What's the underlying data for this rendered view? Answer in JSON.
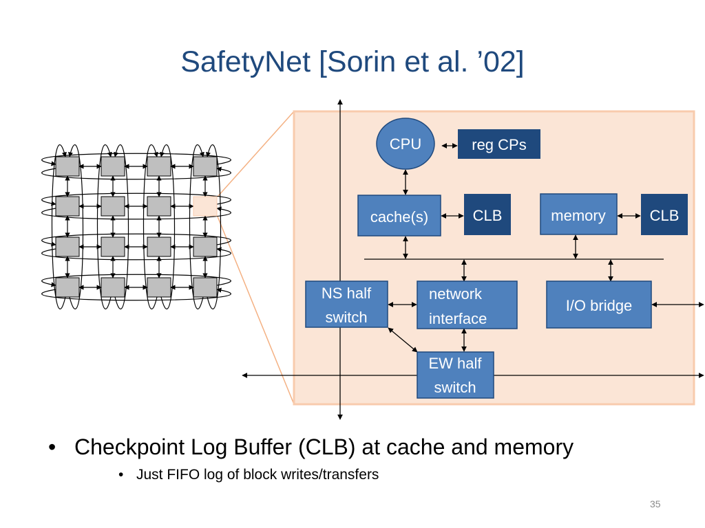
{
  "slide": {
    "title": "SafetyNet [Sorin et al. ’02]",
    "page_number": "35"
  },
  "diagram": {
    "cpu": "CPU",
    "reg_cps": "reg CPs",
    "cache": "cache(s)",
    "clb_cache": "CLB",
    "memory": "memory",
    "clb_memory": "CLB",
    "ns_half_switch": [
      "NS half",
      "switch"
    ],
    "network_interface": [
      "network",
      "interface"
    ],
    "io_bridge": "I/O bridge",
    "ew_half_switch": [
      "EW half",
      "switch"
    ]
  },
  "bullets": {
    "main": "Checkpoint Log Buffer (CLB) at cache and memory",
    "sub": "Just FIFO log of block writes/transfers"
  },
  "colors": {
    "title": "#1f497d",
    "box_medium": "#4f81bd",
    "box_dark": "#1f497d",
    "panel_fill": "#fbe5d6",
    "panel_border": "#f8cbad",
    "grid_node": "#bfbfbf"
  }
}
